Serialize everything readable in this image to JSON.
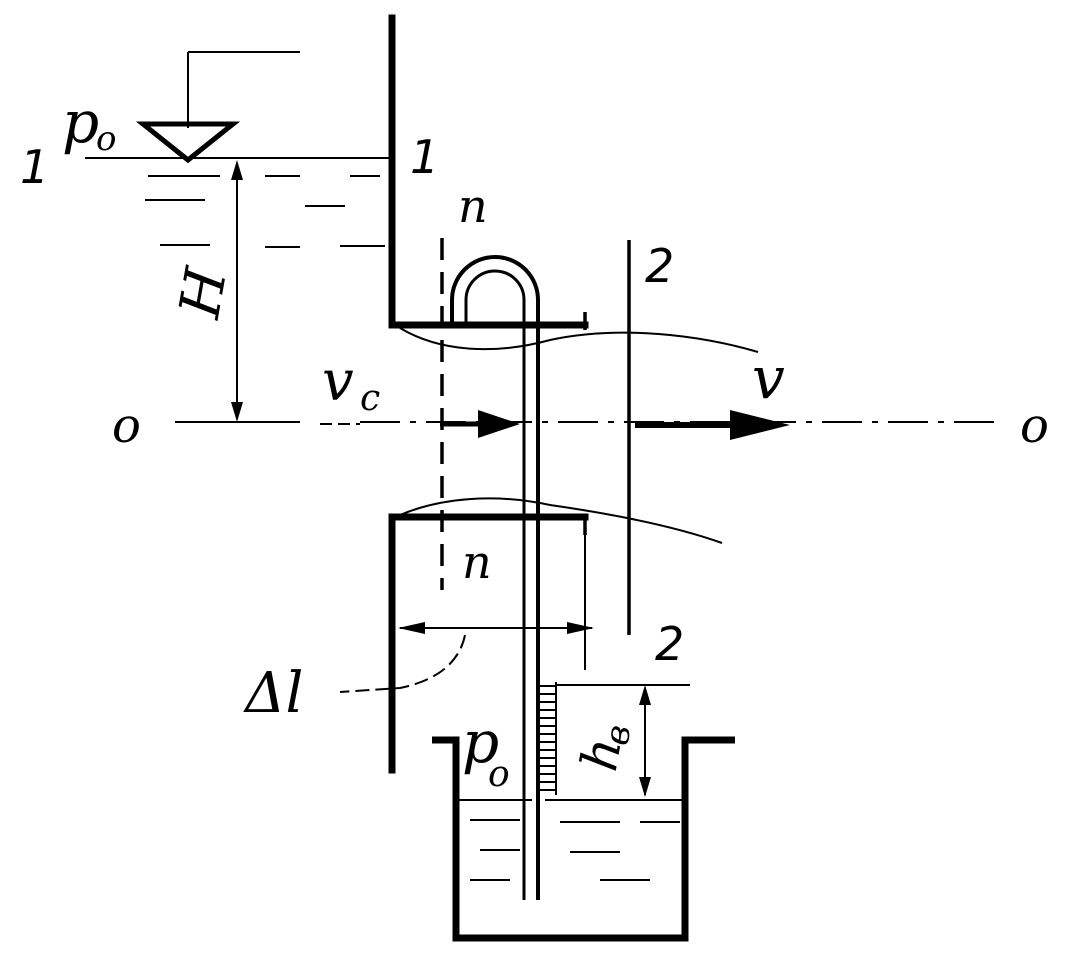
{
  "labels": {
    "p0_top": "p",
    "p0_top_sub": "o",
    "section1_left": "1",
    "section1_right": "1",
    "n_top": "n",
    "n_bottom": "n",
    "section2_top": "2",
    "section2_bottom": "2",
    "H": "H",
    "vc": "v",
    "vc_sub": "c",
    "v": "v",
    "axis_left": "o",
    "axis_right": "o",
    "delta_l": "Δl",
    "p0_bottom": "p",
    "p0_bottom_sub": "o",
    "hv": "h",
    "hv_sub": "в"
  }
}
